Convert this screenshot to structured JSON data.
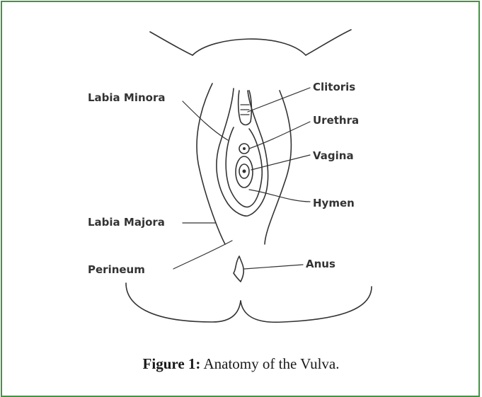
{
  "labels": {
    "labia_minora": "Labia Minora",
    "clitoris": "Clitoris",
    "urethra": "Urethra",
    "vagina": "Vagina",
    "hymen": "Hymen",
    "labia_majora": "Labia Majora",
    "perineum": "Perineum",
    "anus": "Anus"
  },
  "caption": {
    "prefix": "Figure 1:",
    "text": "Anatomy of the Vulva."
  },
  "colors": {
    "frame": "#3a9a3a",
    "line": "#333333"
  }
}
